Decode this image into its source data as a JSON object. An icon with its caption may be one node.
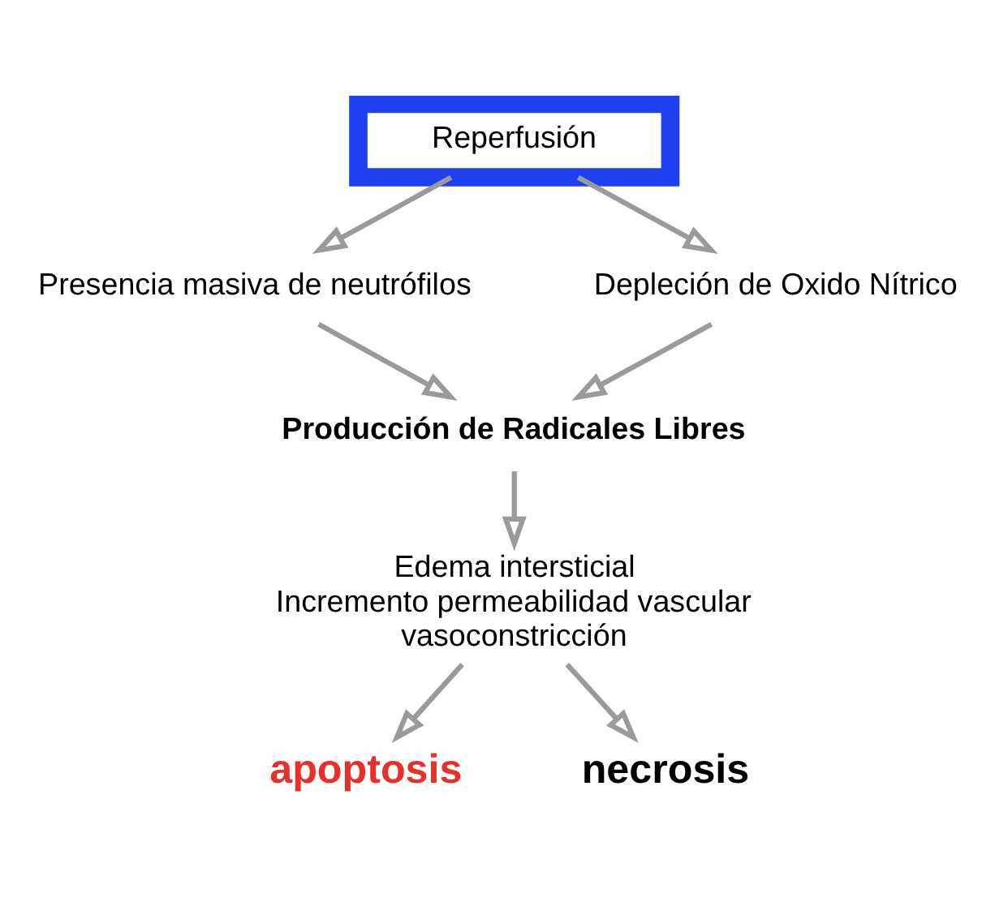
{
  "diagram": {
    "nodes": [
      {
        "text": [
          "Reperfusión"
        ]
      },
      {
        "text": [
          "Presencia masiva de neutrófilos"
        ]
      },
      {
        "text": [
          "Depleción de Oxido Nítrico"
        ]
      },
      {
        "text": [
          "Producción de Radicales Libres"
        ]
      },
      {
        "text": [
          "Edema intersticial",
          "Incremento permeabilidad vascular",
          "vasoconstricción"
        ]
      },
      {
        "text": [
          "apoptosis"
        ]
      },
      {
        "text": [
          "necrosis"
        ]
      }
    ],
    "edges": [
      {
        "from": 0,
        "to": 1,
        "arrow": "to"
      },
      {
        "from": 0,
        "to": 2,
        "arrow": "to"
      },
      {
        "from": 1,
        "to": 3,
        "arrow": "to"
      },
      {
        "from": 2,
        "to": 3,
        "arrow": "to"
      },
      {
        "from": 3,
        "to": 4,
        "arrow": "to"
      },
      {
        "from": 4,
        "to": 5,
        "arrow": "to"
      },
      {
        "from": 4,
        "to": 6,
        "arrow": "to"
      }
    ]
  }
}
